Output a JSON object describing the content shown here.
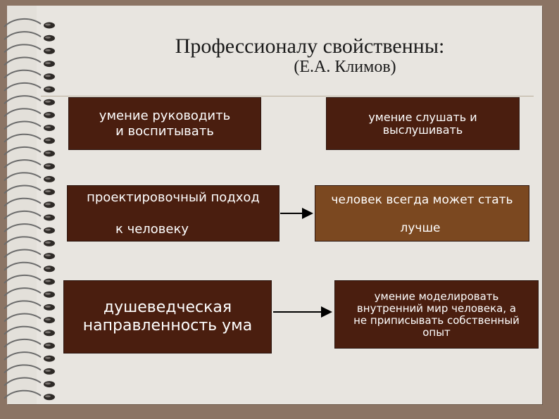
{
  "title": "Профессионалу свойственны:",
  "subtitle": "(Е.А. Климов)",
  "boxes": {
    "b1": {
      "line1": "умение  руководить",
      "line2": "и  воспитывать"
    },
    "b2": {
      "line1": "умение слушать и",
      "line2": "выслушивать"
    },
    "b3": {
      "line1": "проектировочный подход",
      "line2": "к человеку"
    },
    "b4": {
      "line1": "человек всегда может стать",
      "line2": "лучше"
    },
    "b5": {
      "line1": "душеведческая",
      "line2": "направленность ума"
    },
    "b6": {
      "line1": "умение моделировать",
      "line2": "внутренний мир человека, а",
      "line3": "не приписывать собственный",
      "line4": "опыт"
    }
  },
  "colors": {
    "dark_box": "#4a1e0f",
    "mid_box": "#7b4820",
    "background": "#8b7464",
    "paper": "#e8e5e0"
  }
}
